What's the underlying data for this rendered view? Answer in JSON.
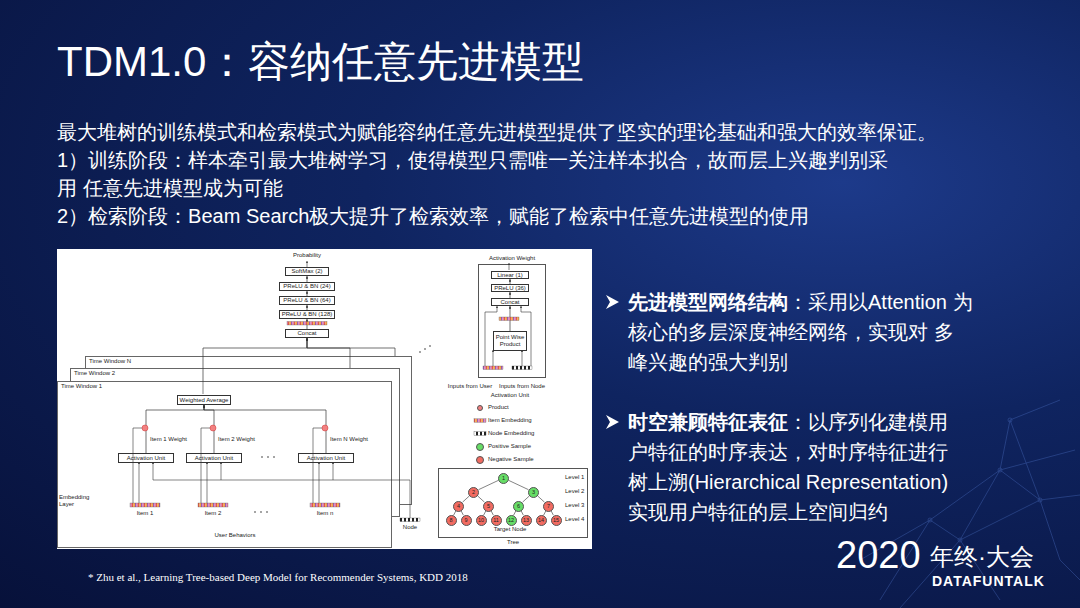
{
  "diagram": {
    "title": "TDM1.0：容纳任意先进模型",
    "nodes": [
      {
        "text": [
          "SoftMax (2)"
        ]
      },
      {
        "text": [
          "PReLU & BN (24)"
        ]
      },
      {
        "text": [
          "PReLU & BN (64)"
        ]
      },
      {
        "text": [
          "PReLU & BN (128)"
        ]
      },
      {
        "text": [
          "Concat"
        ]
      },
      {
        "text": [
          "Time Window N"
        ]
      },
      {
        "text": [
          "Time Window 2"
        ]
      },
      {
        "text": [
          "Time Window 1"
        ]
      },
      {
        "text": [
          "Weighted Average"
        ],
        "in": 7
      },
      {
        "text": [
          "Activation Unit"
        ],
        "in": 7
      },
      {
        "text": [
          "Activation Unit"
        ],
        "in": 7
      },
      {
        "text": [
          "Activation Unit"
        ],
        "in": 7
      },
      {
        "text": [
          "Activation Weight"
        ]
      },
      {
        "text": [
          "Linear (1)"
        ],
        "in": 12
      },
      {
        "text": [
          "PReLU (36)"
        ],
        "in": 12
      },
      {
        "text": [
          "Concat"
        ],
        "in": 12
      },
      {
        "text": [
          "Point Wise Product"
        ],
        "in": 12
      },
      {
        "text": [
          "Tree"
        ]
      },
      {
        "text": [
          "1"
        ],
        "in": 17
      },
      {
        "text": [
          "2"
        ],
        "in": 17
      },
      {
        "text": [
          "3"
        ],
        "in": 17
      },
      {
        "text": [
          "4"
        ],
        "in": 17
      },
      {
        "text": [
          "5"
        ],
        "in": 17
      },
      {
        "text": [
          "6"
        ],
        "in": 17
      },
      {
        "text": [
          "7"
        ],
        "in": 17
      },
      {
        "text": [
          "8"
        ],
        "in": 17
      },
      {
        "text": [
          "9"
        ],
        "in": 17
      },
      {
        "text": [
          "10"
        ],
        "in": 17
      },
      {
        "text": [
          "11"
        ],
        "in": 17
      },
      {
        "text": [
          "12"
        ],
        "in": 17
      },
      {
        "text": [
          "13"
        ],
        "in": 17
      },
      {
        "text": [
          "14"
        ],
        "in": 17
      },
      {
        "text": [
          "15"
        ],
        "in": 17
      }
    ],
    "edges": [
      {
        "from": 4,
        "to": 3,
        "arrow": "to"
      },
      {
        "from": 3,
        "to": 2,
        "arrow": "to"
      },
      {
        "from": 2,
        "to": 1,
        "arrow": "to"
      },
      {
        "from": 1,
        "to": 0,
        "arrow": "to"
      },
      {
        "from": 5,
        "to": 4,
        "arrow": "to"
      },
      {
        "from": 6,
        "to": 4,
        "arrow": "to"
      },
      {
        "from": 7,
        "to": 4,
        "arrow": "to"
      },
      {
        "from": 9,
        "to": 8,
        "arrow": "to"
      },
      {
        "from": 10,
        "to": 8,
        "arrow": "to"
      },
      {
        "from": 11,
        "to": 8,
        "arrow": "to"
      },
      {
        "from": 16,
        "to": 15,
        "arrow": "to"
      },
      {
        "from": 15,
        "to": 14,
        "arrow": "to"
      },
      {
        "from": 14,
        "to": 13,
        "arrow": "to"
      },
      {
        "from": 18,
        "to": 19,
        "arrow": "none"
      },
      {
        "from": 18,
        "to": 20,
        "arrow": "none"
      },
      {
        "from": 19,
        "to": 21,
        "arrow": "none"
      },
      {
        "from": 19,
        "to": 22,
        "arrow": "none"
      },
      {
        "from": 20,
        "to": 23,
        "arrow": "none"
      },
      {
        "from": 20,
        "to": 24,
        "arrow": "none"
      },
      {
        "from": 21,
        "to": 25,
        "arrow": "none"
      },
      {
        "from": 21,
        "to": 26,
        "arrow": "none"
      },
      {
        "from": 22,
        "to": 27,
        "arrow": "none"
      },
      {
        "from": 22,
        "to": 28,
        "arrow": "none"
      },
      {
        "from": 23,
        "to": 29,
        "arrow": "none"
      },
      {
        "from": 23,
        "to": 30,
        "arrow": "none"
      },
      {
        "from": 24,
        "to": 31,
        "arrow": "none"
      },
      {
        "from": 24,
        "to": 32,
        "arrow": "none"
      }
    ],
    "labels": [
      "最大堆树的训练模式和检索模式为赋能容纳任意先进模型提供了坚实的理论基础和强大的效率保证。",
      "1）训练阶段：样本牵引最大堆树学习，使得模型只需唯一关注样本拟合，故而层上兴趣判别采用 任意先进模型成为可能",
      "2）检索阶段：Beam Search极大提升了检索效率，赋能了检索中任意先进模型的使用",
      "先进模型网络结构",
      "：采用以Attention 为核心的多层深度神经网络，实现对 多峰兴趣的强大判别",
      "时空兼顾特征表征",
      "：以序列化建模用 户特征的时序表达，对时序特征进行 树上溯(Hierarchical Representation) 实现用户特征的层上空间归约",
      "* Zhu et al., Learning Tree-based Deep Model for Recommender Systems, KDD 2018",
      "2020",
      "年终·大会",
      "DATAFUNTALK",
      "Probability",
      "Embedding Layer",
      "Item 1 Weight",
      "Item 2 Weight",
      "Item N Weight",
      "Item 1",
      "Item 2",
      "Item n",
      "User Behaviors",
      "Node",
      "Inputs from User",
      "Inputs from Node",
      "Activation Unit",
      "Level 1",
      "Level 2",
      "Level 3",
      "Level 4",
      "Target Node"
    ],
    "legend": [
      {
        "text": "Product",
        "color": "#f28080"
      },
      {
        "text": "Item Embedding"
      },
      {
        "text": "Node Embedding"
      },
      {
        "text": "Positive Sample",
        "color": "#66dd66"
      },
      {
        "text": "Negative Sample",
        "color": "#f26b61"
      }
    ]
  }
}
